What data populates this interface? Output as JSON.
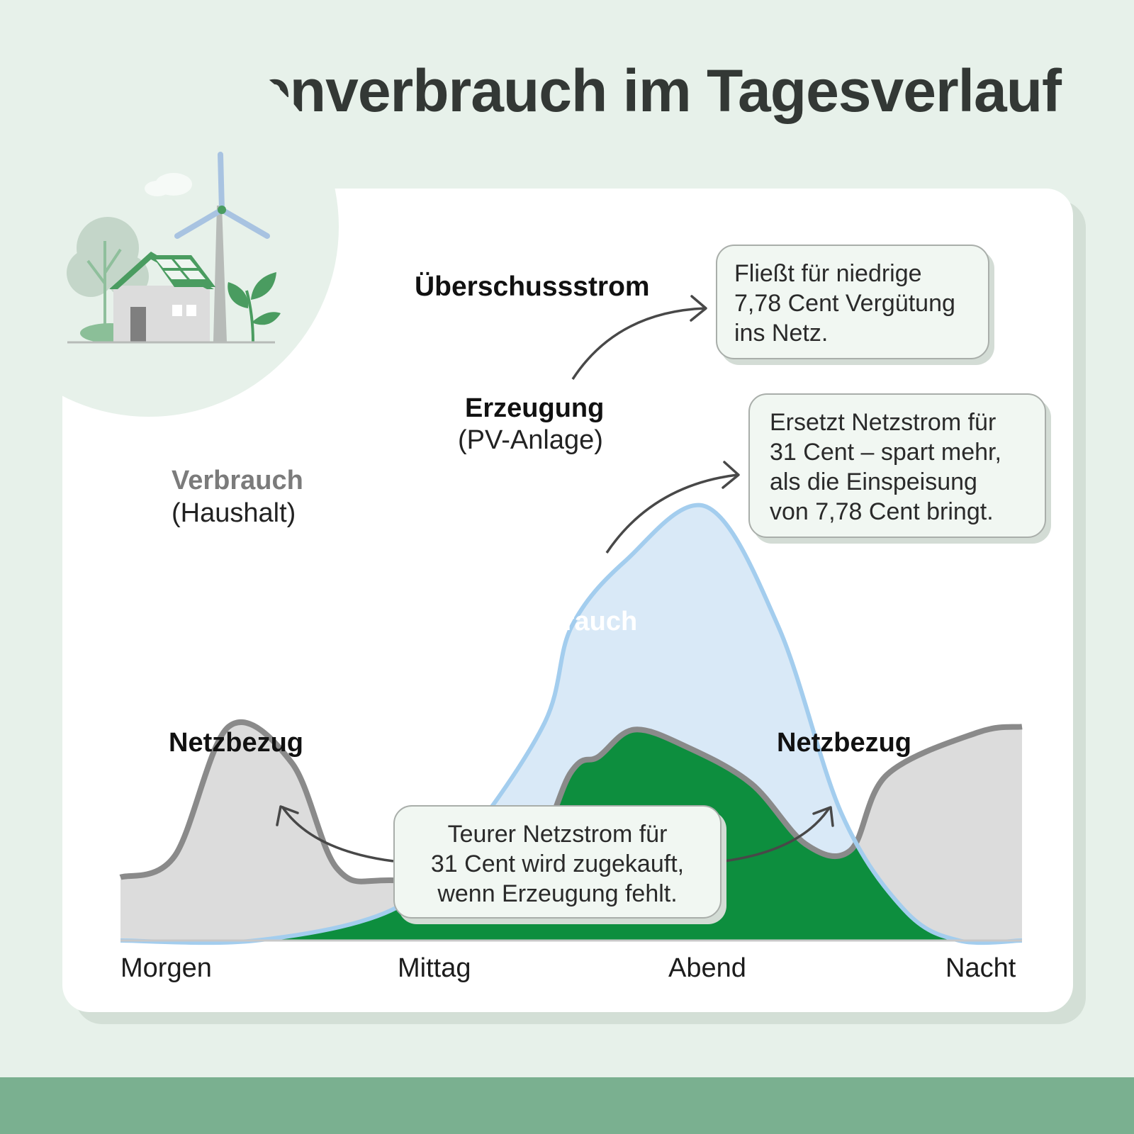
{
  "title": "PV-Eigenverbrauch im Tagesverlauf",
  "chart_data": {
    "type": "area",
    "title": "PV-Eigenverbrauch im Tagesverlauf",
    "x": [
      "Morgen",
      "Mittag",
      "Abend",
      "Nacht"
    ],
    "series": [
      {
        "name": "Erzeugung (PV-Anlage)",
        "color": "#a3cdee",
        "x": [
          0,
          0.15,
          0.3,
          0.38,
          0.47,
          0.5,
          0.56,
          0.65,
          0.73,
          0.8,
          0.87,
          0.93,
          1
        ],
        "values": [
          0,
          0,
          0.5,
          1.6,
          3.6,
          5.2,
          6.3,
          7.2,
          5.2,
          2.1,
          0.5,
          0,
          0
        ]
      },
      {
        "name": "Verbrauch (Haushalt)",
        "color": "#8a8a8a",
        "x": [
          0,
          0.06,
          0.12,
          0.19,
          0.24,
          0.3,
          0.44,
          0.5,
          0.53,
          0.57,
          0.63,
          0.7,
          0.76,
          0.81,
          0.85,
          0.95,
          1
        ],
        "values": [
          1.05,
          1.4,
          3.55,
          2.95,
          1.2,
          1.0,
          1.15,
          2.8,
          3.05,
          3.5,
          3.2,
          2.6,
          1.6,
          1.5,
          2.75,
          3.45,
          3.55
        ]
      }
    ],
    "areas": {
      "netzbezug": "Netzbezug",
      "eigenverbrauch": "Eigenverbrauch",
      "ueberschuss": "Überschussstrom"
    },
    "colors": {
      "netzbezug": "#dcdcdc",
      "eigenverbrauch": "#0d8e3e",
      "ueberschuss": "#d9e9f7",
      "pv_line": "#a3cdee",
      "load_line": "#8a8a8a"
    }
  },
  "labels": {
    "ueberschuss": "Überschussstrom",
    "erzeugung_title": "Erzeugung",
    "erzeugung_sub": "(PV-Anlage)",
    "verbrauch_title": "Verbrauch",
    "verbrauch_sub": "(Haushalt)",
    "eigenverbrauch": "Eigenverbrauch",
    "netzbezug_left": "Netzbezug",
    "netzbezug_right": "Netzbezug"
  },
  "callouts": {
    "feed_in": [
      "Fließt für niedrige",
      "7,78 Cent Vergütung",
      "ins Netz."
    ],
    "self_use": [
      "Ersetzt Netzstrom für",
      "31 Cent – spart mehr,",
      "als die Einspeisung",
      "von 7,78 Cent bringt."
    ],
    "grid": [
      "Teurer Netzstrom für",
      "31 Cent wird zugekauft,",
      "wenn Erzeugung fehlt."
    ]
  },
  "axis": {
    "morgen": "Morgen",
    "mittag": "Mittag",
    "abend": "Abend",
    "nacht": "Nacht"
  },
  "icons": {
    "scene": "house-with-solar-panels-and-wind-turbine"
  }
}
